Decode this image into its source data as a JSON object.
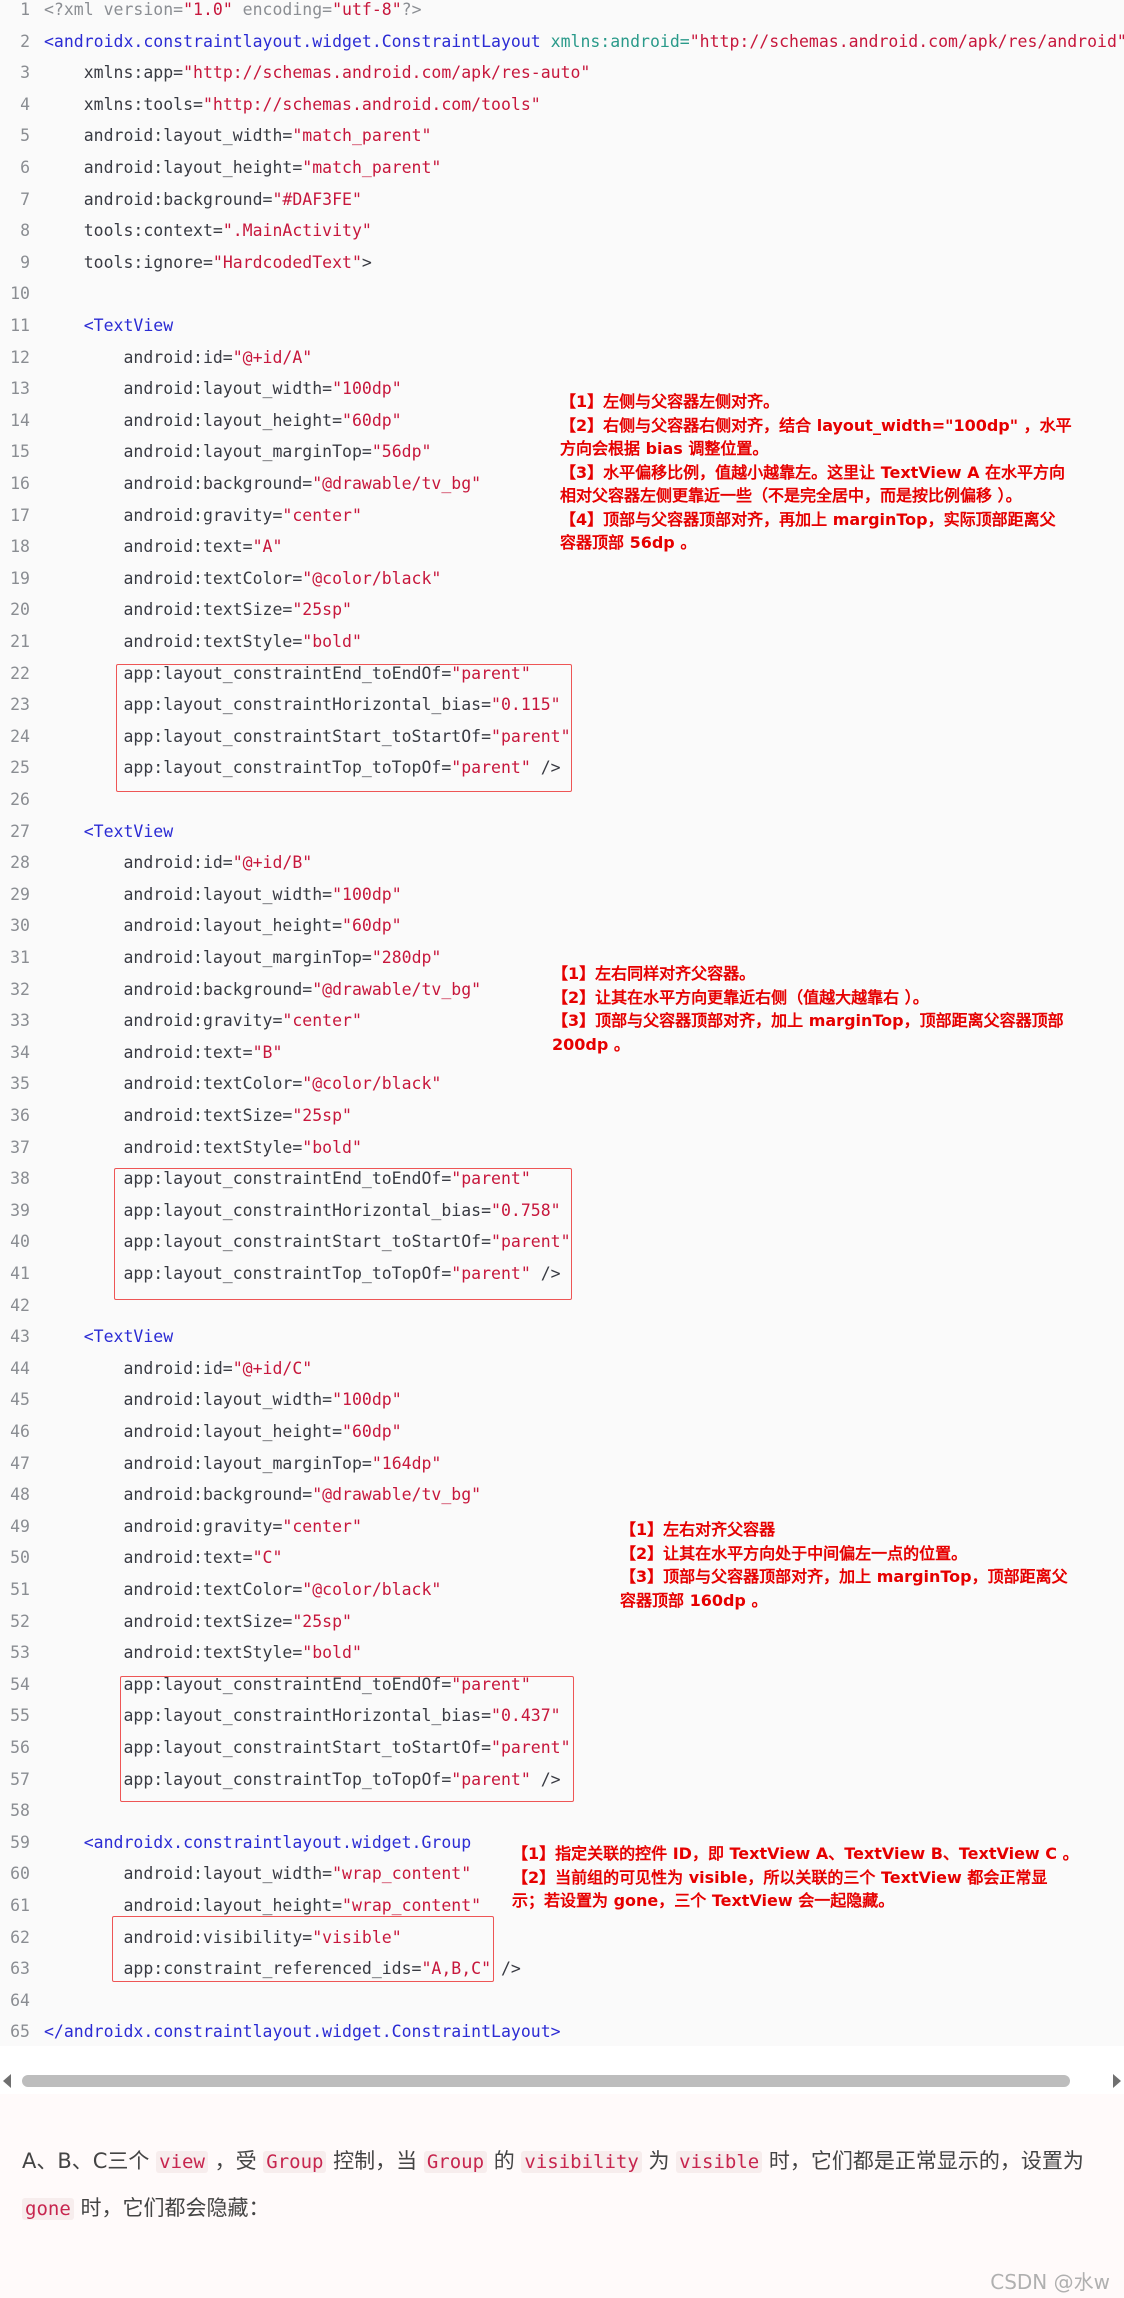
{
  "code_lines": [
    [
      [
        "c-gray",
        "<?xml version="
      ],
      [
        "c-str",
        "\"1.0\""
      ],
      [
        "c-gray",
        " encoding="
      ],
      [
        "c-str",
        "\"utf-8\""
      ],
      [
        "c-gray",
        "?>"
      ]
    ],
    [
      [
        "c-tag",
        "<androidx.constraintlayout.widget.ConstraintLayout "
      ],
      [
        "c-green",
        "xmlns:android="
      ],
      [
        "c-str",
        "\"http://schemas.android.com/apk/res/android\""
      ]
    ],
    [
      [
        "",
        "    xmlns:app="
      ],
      [
        "c-str",
        "\"http://schemas.android.com/apk/res-auto\""
      ]
    ],
    [
      [
        "",
        "    xmlns:tools="
      ],
      [
        "c-str",
        "\"http://schemas.android.com/tools\""
      ]
    ],
    [
      [
        "",
        "    android:layout_width="
      ],
      [
        "c-str",
        "\"match_parent\""
      ]
    ],
    [
      [
        "",
        "    android:layout_height="
      ],
      [
        "c-str",
        "\"match_parent\""
      ]
    ],
    [
      [
        "",
        "    android:background="
      ],
      [
        "c-str",
        "\"#DAF3FE\""
      ]
    ],
    [
      [
        "",
        "    tools:context="
      ],
      [
        "c-str",
        "\".MainActivity\""
      ]
    ],
    [
      [
        "",
        "    tools:ignore="
      ],
      [
        "c-str",
        "\"HardcodedText\""
      ],
      [
        "",
        ">"
      ]
    ],
    [
      [
        "",
        ""
      ]
    ],
    [
      [
        "c-tag",
        "    <TextView"
      ]
    ],
    [
      [
        "",
        "        android:id="
      ],
      [
        "c-str",
        "\"@+id/A\""
      ]
    ],
    [
      [
        "",
        "        android:layout_width="
      ],
      [
        "c-str",
        "\"100dp\""
      ]
    ],
    [
      [
        "",
        "        android:layout_height="
      ],
      [
        "c-str",
        "\"60dp\""
      ]
    ],
    [
      [
        "",
        "        android:layout_marginTop="
      ],
      [
        "c-str",
        "\"56dp\""
      ]
    ],
    [
      [
        "",
        "        android:background="
      ],
      [
        "c-str",
        "\"@drawable/tv_bg\""
      ]
    ],
    [
      [
        "",
        "        android:gravity="
      ],
      [
        "c-str",
        "\"center\""
      ]
    ],
    [
      [
        "",
        "        android:text="
      ],
      [
        "c-str",
        "\"A\""
      ]
    ],
    [
      [
        "",
        "        android:textColor="
      ],
      [
        "c-str",
        "\"@color/black\""
      ]
    ],
    [
      [
        "",
        "        android:textSize="
      ],
      [
        "c-str",
        "\"25sp\""
      ]
    ],
    [
      [
        "",
        "        android:textStyle="
      ],
      [
        "c-str",
        "\"bold\""
      ]
    ],
    [
      [
        "",
        "        app:layout_constraintEnd_toEndOf="
      ],
      [
        "c-str",
        "\"parent\""
      ]
    ],
    [
      [
        "",
        "        app:layout_constraintHorizontal_bias="
      ],
      [
        "c-str",
        "\"0.115\""
      ]
    ],
    [
      [
        "",
        "        app:layout_constraintStart_toStartOf="
      ],
      [
        "c-str",
        "\"parent\""
      ]
    ],
    [
      [
        "",
        "        app:layout_constraintTop_toTopOf="
      ],
      [
        "c-str",
        "\"parent\""
      ],
      [
        "",
        " />"
      ]
    ],
    [
      [
        "",
        ""
      ]
    ],
    [
      [
        "c-tag",
        "    <TextView"
      ]
    ],
    [
      [
        "",
        "        android:id="
      ],
      [
        "c-str",
        "\"@+id/B\""
      ]
    ],
    [
      [
        "",
        "        android:layout_width="
      ],
      [
        "c-str",
        "\"100dp\""
      ]
    ],
    [
      [
        "",
        "        android:layout_height="
      ],
      [
        "c-str",
        "\"60dp\""
      ]
    ],
    [
      [
        "",
        "        android:layout_marginTop="
      ],
      [
        "c-str",
        "\"280dp\""
      ]
    ],
    [
      [
        "",
        "        android:background="
      ],
      [
        "c-str",
        "\"@drawable/tv_bg\""
      ]
    ],
    [
      [
        "",
        "        android:gravity="
      ],
      [
        "c-str",
        "\"center\""
      ]
    ],
    [
      [
        "",
        "        android:text="
      ],
      [
        "c-str",
        "\"B\""
      ]
    ],
    [
      [
        "",
        "        android:textColor="
      ],
      [
        "c-str",
        "\"@color/black\""
      ]
    ],
    [
      [
        "",
        "        android:textSize="
      ],
      [
        "c-str",
        "\"25sp\""
      ]
    ],
    [
      [
        "",
        "        android:textStyle="
      ],
      [
        "c-str",
        "\"bold\""
      ]
    ],
    [
      [
        "",
        "        app:layout_constraintEnd_toEndOf="
      ],
      [
        "c-str",
        "\"parent\""
      ]
    ],
    [
      [
        "",
        "        app:layout_constraintHorizontal_bias="
      ],
      [
        "c-str",
        "\"0.758\""
      ]
    ],
    [
      [
        "",
        "        app:layout_constraintStart_toStartOf="
      ],
      [
        "c-str",
        "\"parent\""
      ]
    ],
    [
      [
        "",
        "        app:layout_constraintTop_toTopOf="
      ],
      [
        "c-str",
        "\"parent\""
      ],
      [
        "",
        " />"
      ]
    ],
    [
      [
        "",
        ""
      ]
    ],
    [
      [
        "c-tag",
        "    <TextView"
      ]
    ],
    [
      [
        "",
        "        android:id="
      ],
      [
        "c-str",
        "\"@+id/C\""
      ]
    ],
    [
      [
        "",
        "        android:layout_width="
      ],
      [
        "c-str",
        "\"100dp\""
      ]
    ],
    [
      [
        "",
        "        android:layout_height="
      ],
      [
        "c-str",
        "\"60dp\""
      ]
    ],
    [
      [
        "",
        "        android:layout_marginTop="
      ],
      [
        "c-str",
        "\"164dp\""
      ]
    ],
    [
      [
        "",
        "        android:background="
      ],
      [
        "c-str",
        "\"@drawable/tv_bg\""
      ]
    ],
    [
      [
        "",
        "        android:gravity="
      ],
      [
        "c-str",
        "\"center\""
      ]
    ],
    [
      [
        "",
        "        android:text="
      ],
      [
        "c-str",
        "\"C\""
      ]
    ],
    [
      [
        "",
        "        android:textColor="
      ],
      [
        "c-str",
        "\"@color/black\""
      ]
    ],
    [
      [
        "",
        "        android:textSize="
      ],
      [
        "c-str",
        "\"25sp\""
      ]
    ],
    [
      [
        "",
        "        android:textStyle="
      ],
      [
        "c-str",
        "\"bold\""
      ]
    ],
    [
      [
        "",
        "        app:layout_constraintEnd_toEndOf="
      ],
      [
        "c-str",
        "\"parent\""
      ]
    ],
    [
      [
        "",
        "        app:layout_constraintHorizontal_bias="
      ],
      [
        "c-str",
        "\"0.437\""
      ]
    ],
    [
      [
        "",
        "        app:layout_constraintStart_toStartOf="
      ],
      [
        "c-str",
        "\"parent\""
      ]
    ],
    [
      [
        "",
        "        app:layout_constraintTop_toTopOf="
      ],
      [
        "c-str",
        "\"parent\""
      ],
      [
        "",
        " />"
      ]
    ],
    [
      [
        "",
        ""
      ]
    ],
    [
      [
        "c-tag",
        "    <androidx.constraintlayout.widget.Group"
      ]
    ],
    [
      [
        "",
        "        android:layout_width="
      ],
      [
        "c-str",
        "\"wrap_content\""
      ]
    ],
    [
      [
        "",
        "        android:layout_height="
      ],
      [
        "c-str",
        "\"wrap_content\""
      ]
    ],
    [
      [
        "",
        "        android:visibility="
      ],
      [
        "c-str",
        "\"visible\""
      ]
    ],
    [
      [
        "",
        "        app:constraint_referenced_ids="
      ],
      [
        "c-str",
        "\"A,B,C\""
      ],
      [
        "",
        " />"
      ]
    ],
    [
      [
        "",
        ""
      ]
    ],
    [
      [
        "c-tag",
        "</androidx.constraintlayout.widget.ConstraintLayout>"
      ]
    ]
  ],
  "annotations": {
    "a": "【1】左侧与父容器左侧对齐。\n【2】右侧与父容器右侧对齐，结合 layout_width=\"100dp\" ，水平\n方向会根据 bias 调整位置。\n【3】水平偏移比例，值越小越靠左。这里让 TextView A 在水平方向\n相对父容器左侧更靠近一些（不是完全居中，而是按比例偏移 ）。\n【4】顶部与父容器顶部对齐，再加上 marginTop，实际顶部距离父\n容器顶部 56dp 。",
    "b": "【1】左右同样对齐父容器。\n【2】让其在水平方向更靠近右侧（值越大越靠右 ）。\n【3】顶部与父容器顶部对齐，加上 marginTop，顶部距离父容器顶部\n200dp 。",
    "c": "【1】左右对齐父容器\n【2】让其在水平方向处于中间偏左一点的位置。\n【3】顶部与父容器顶部对齐，加上 marginTop，顶部距离父容器顶部 160dp 。",
    "c_wrapped": "【1】左右对齐父容器\n【2】让其在水平方向处于中间偏左一点的位置。\n【3】顶部与父容器顶部对齐，加上 marginTop，顶部距离父\n容器顶部 160dp 。",
    "group": "【1】指定关联的控件 ID，即 TextView A、TextView B、TextView C 。\n【2】当前组的可见性为 visible，所以关联的三个 TextView 都会正常显\n示；若设置为 gone，三个 TextView 会一起隐藏。"
  },
  "paragraph": {
    "p1": "A、B、C三个 ",
    "k1": "view",
    "p2": " ，受 ",
    "k2": "Group",
    "p3": " 控制，当 ",
    "k3": "Group",
    "p4": " 的 ",
    "k4": "visibility",
    "p5": " 为 ",
    "k5": "visible",
    "p6": " 时，它们都是正常显示的，设置为 ",
    "k6": "gone",
    "p7": " 时，它们都会隐藏："
  },
  "watermark": "CSDN @水w"
}
